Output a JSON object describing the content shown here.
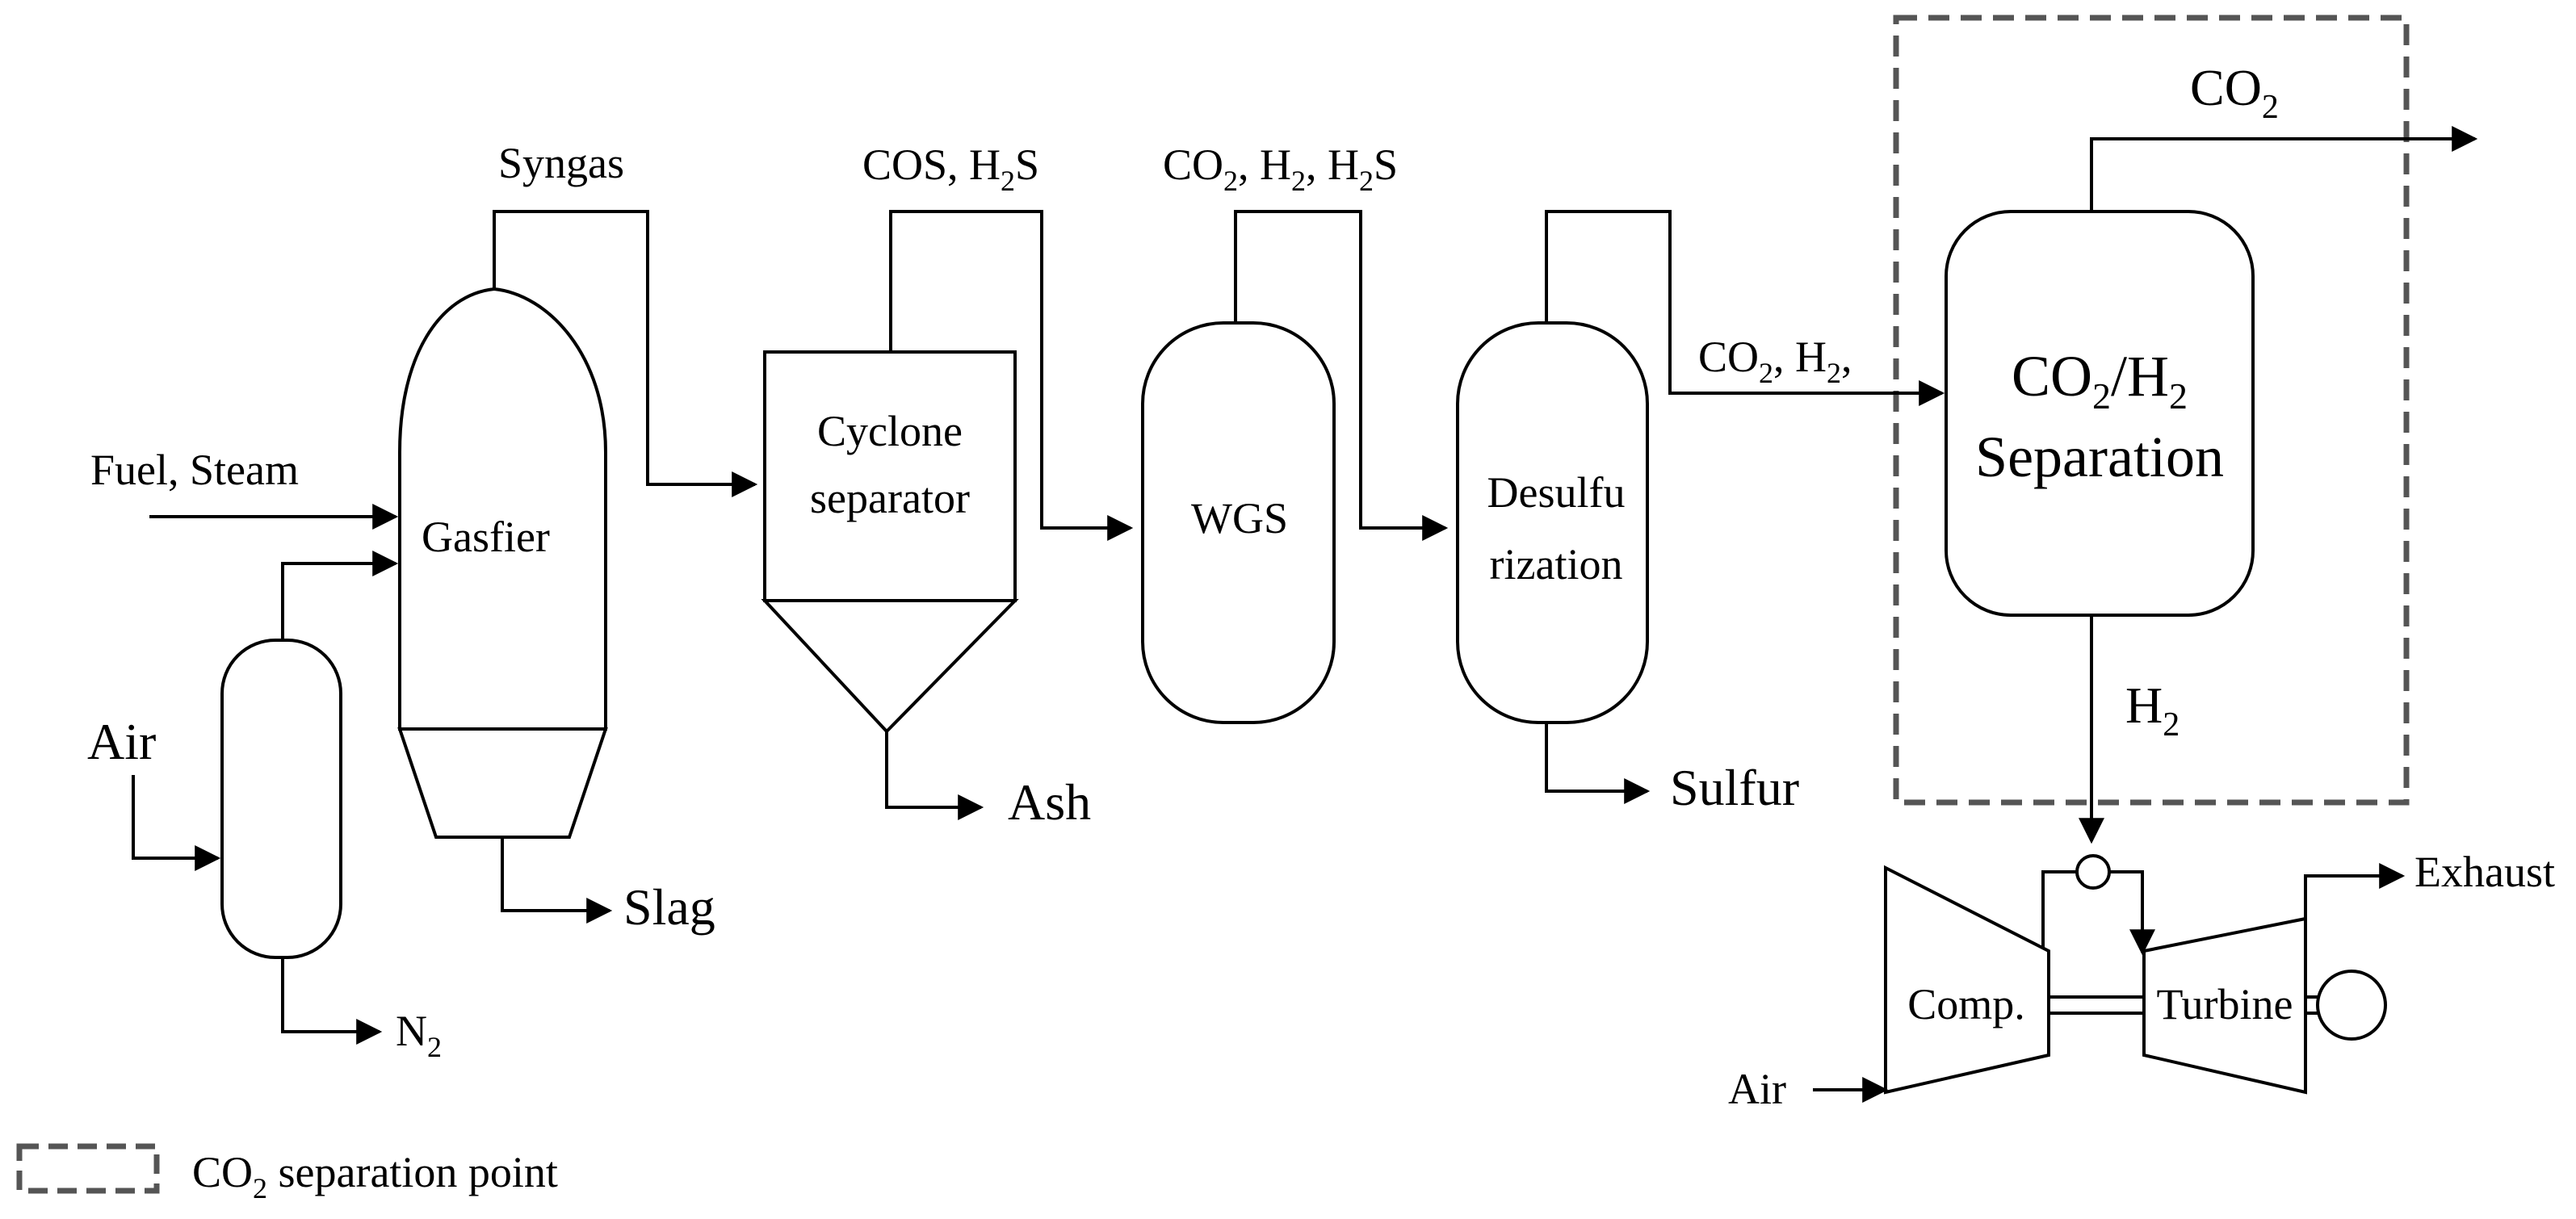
{
  "units": {
    "gasifier": "Gasfier",
    "cyclone_line1": "Cyclone",
    "cyclone_line2": "separator",
    "wgs": "WGS",
    "desulf_line1": "Desulfu",
    "desulf_line2": "rization",
    "separation_line1_a": "CO",
    "separation_line1_b": "/H",
    "separation_line2": "Separation",
    "compressor": "Comp.",
    "turbine": "Turbine"
  },
  "streams": {
    "syngas": "Syngas",
    "fuel_steam": "Fuel, Steam",
    "air_left": "Air",
    "air_bottom": "Air",
    "cos_a": "COS, H",
    "cos_b": "S",
    "wgs_out_co": "CO",
    "wgs_out_h": ", H",
    "wgs_out_hs": ", H",
    "wgs_out_s": "S",
    "desulf_out_co": "CO",
    "desulf_out_h": ", H",
    "desulf_out_comma": ",",
    "co2_out": "CO",
    "h2_out": "H",
    "ash": "Ash",
    "slag": "Slag",
    "sulfur": "Sulfur",
    "n2": "N",
    "exhaust": "Exhaust",
    "sub2": "2"
  },
  "legend": {
    "label_a": "CO",
    "label_b": " separation point"
  }
}
